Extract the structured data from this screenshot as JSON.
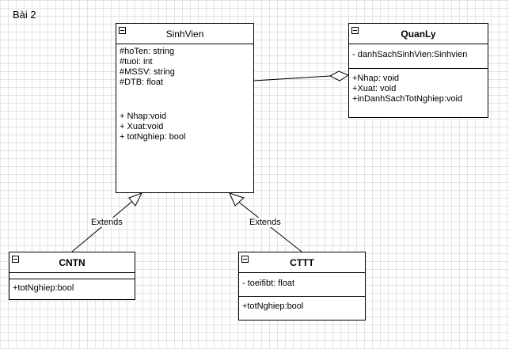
{
  "title": "Bài 2",
  "classes": {
    "sinhvien": {
      "name": "SinhVien",
      "attributes": [
        "#hoTen: string",
        "#tuoi: int",
        "#MSSV: string",
        "#DTB: float"
      ],
      "methods": [
        "+ Nhap:void",
        "+ Xuat:void",
        "+ totNghiep: bool"
      ]
    },
    "quanly": {
      "name": "QuanLy",
      "attributes": [
        "- danhSachSinhVien:Sinhvien"
      ],
      "methods": [
        "+Nhap: void",
        "+Xuat: void",
        "+inDanhSachTotNghiep:void"
      ]
    },
    "cntn": {
      "name": "CNTN",
      "attributes": [],
      "methods": [
        "+totNghiep:bool"
      ]
    },
    "cttt": {
      "name": "CTTT",
      "attributes": [
        "- toeifibt: float"
      ],
      "methods": [
        "+totNghiep:bool"
      ]
    }
  },
  "edges": {
    "extends_left": "Extends",
    "extends_right": "Extends"
  }
}
